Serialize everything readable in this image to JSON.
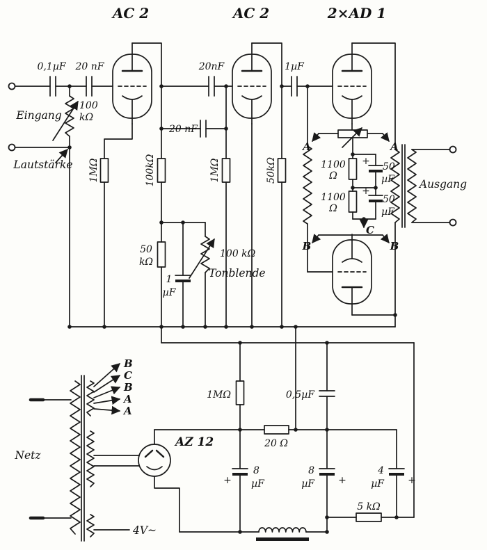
{
  "tubes": {
    "v1": "AC 2",
    "v2": "AC 2",
    "v3": "2×AD 1",
    "rectifier": "AZ 12"
  },
  "input": {
    "c1": "0,1µF",
    "c2": "20 nF",
    "eingang": "Eingang",
    "pot": [
      "100",
      "kΩ"
    ],
    "lautstaerke": "Lautstärke"
  },
  "stage1": {
    "r_grid": "1MΩ",
    "r_anode": "100kΩ",
    "c_couple": "20nF",
    "c_tone": "20 nF"
  },
  "stage2": {
    "r_grid": "1MΩ",
    "r_anode": "50kΩ",
    "c_couple": "1µF"
  },
  "tone": {
    "r_feed": [
      "50",
      "kΩ"
    ],
    "c_bypass": [
      "1",
      "µF"
    ],
    "pot": "100 kΩ",
    "name": "Tonblende"
  },
  "output": {
    "a_left": "A",
    "a_right": "A",
    "b_left": "B",
    "b_right": "B",
    "c_tap": "C",
    "r1": [
      "1100",
      "Ω"
    ],
    "r2": [
      "1100",
      "Ω"
    ],
    "c1": [
      "50",
      "µF"
    ],
    "c2": [
      "50",
      "µF"
    ],
    "ausgang": "Ausgang"
  },
  "psu": {
    "taps": [
      "B",
      "C",
      "B",
      "A",
      "A"
    ],
    "netz": "Netz",
    "r1": "1MΩ",
    "c_hf": "0,5µF",
    "r2": "20 Ω",
    "c1": [
      "8",
      "µF"
    ],
    "c2": [
      "8",
      "µF"
    ],
    "c3": [
      "4",
      "µF"
    ],
    "r3": "5 kΩ",
    "heater": "4V~"
  },
  "sym": {
    "plus": "+"
  }
}
